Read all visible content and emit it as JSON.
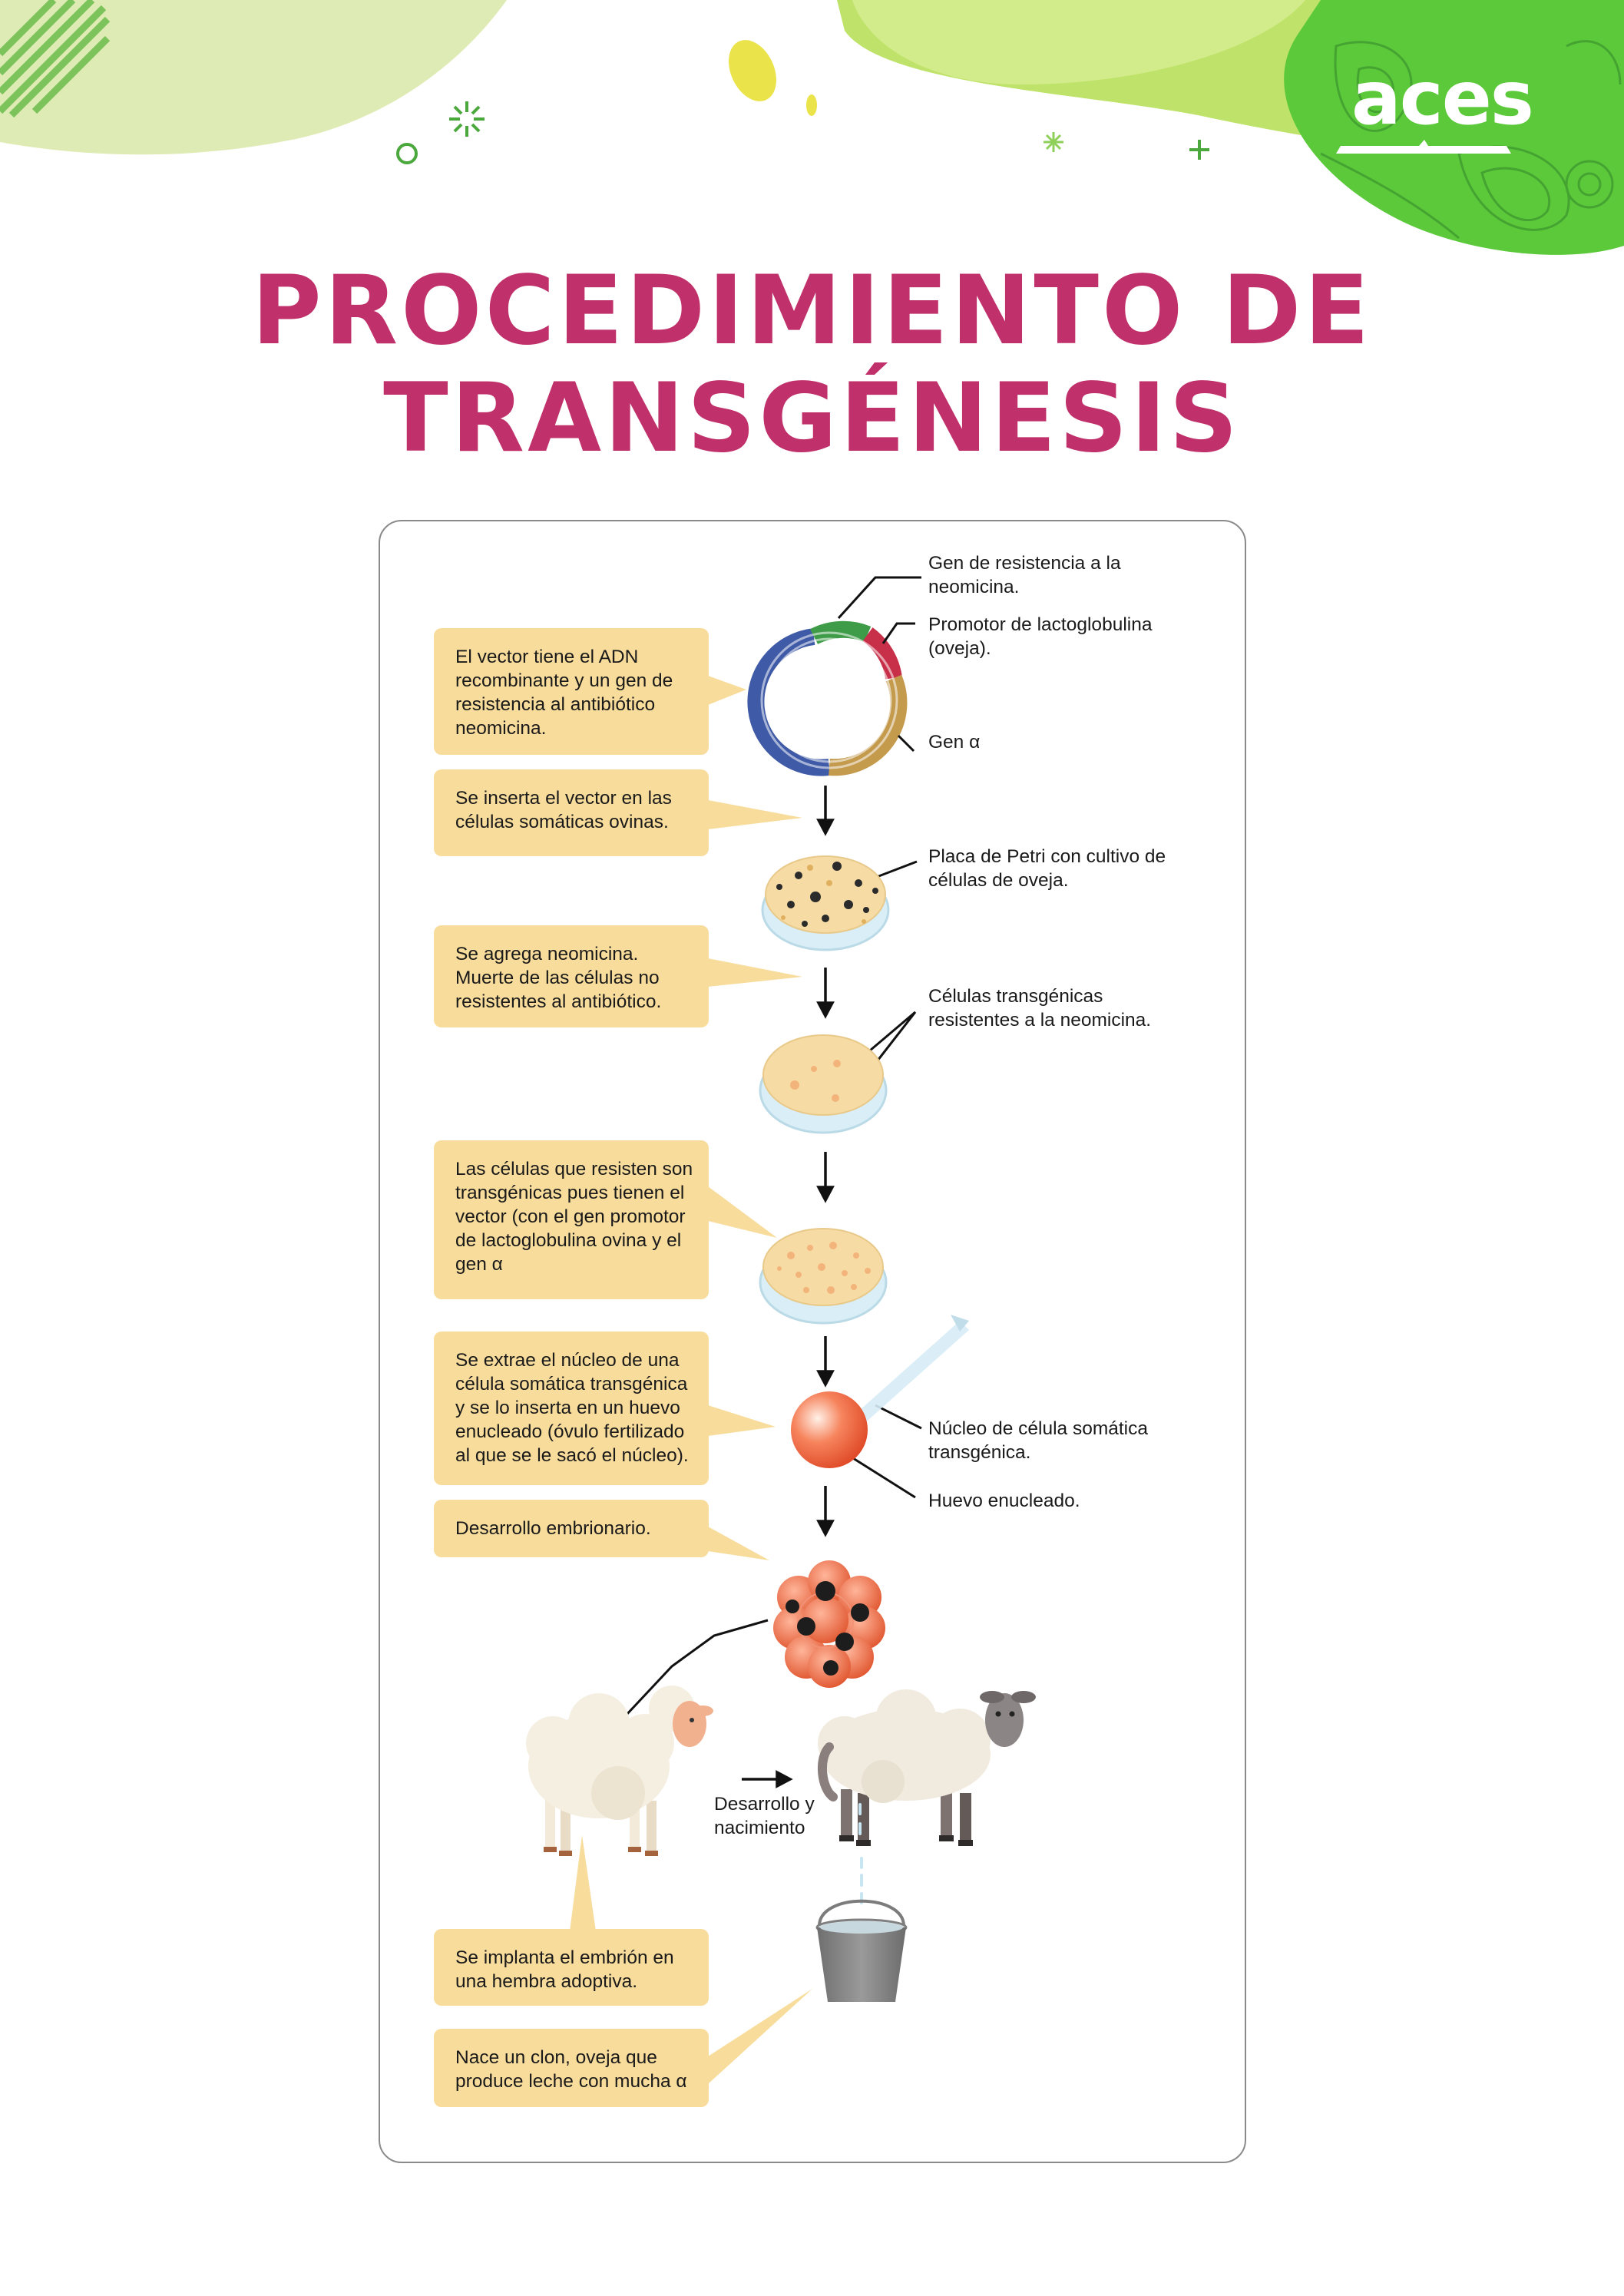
{
  "brand": {
    "logo_text": "aces"
  },
  "title": {
    "line1": "PROCEDIMIENTO DE",
    "line2": "TRANSGÉNESIS"
  },
  "callouts": [
    "El vector tiene el ADN recombinante y un gen de resistencia al antibiótico neomicina.",
    "Se inserta el vector en las células somáticas ovinas.",
    "Se agrega neomicina. Muerte de las células no resistentes al antibiótico.",
    "Las células que resisten son transgénicas pues tienen el vector (con el gen promotor de lactoglobulina ovina y el gen α",
    "Se extrae el núcleo de una célula somática transgénica y se lo inserta en un huevo enucleado (óvulo fertilizado al que se le sacó el núcleo).",
    "Desarrollo embrionario.",
    "Se implanta el embrión en una hembra adoptiva.",
    "Nace un clon, oveja que produce leche con mucha α"
  ],
  "labels": {
    "neomycin_gene": "Gen de resistencia a la neomicina.",
    "promoter": "Promotor de lactoglobulina (oveja).",
    "gene_alpha": "Gen α",
    "petri": "Placa de Petri con cultivo de células de oveja.",
    "transgenic_cells": "Células transgénicas resistentes a la neomicina.",
    "nucleus": "Núcleo de célula somática transgénica.",
    "egg": "Huevo enucleado.",
    "birth": "Desarrollo y nacimiento"
  },
  "colors": {
    "title": "#c0306a",
    "callout": "#f8dc9b",
    "plasmid_blue": "#3f5aa6",
    "plasmid_green": "#3e9b47",
    "plasmid_red": "#c8304a",
    "plasmid_gold": "#c49a4d",
    "accent_green": "#5cc93a"
  }
}
